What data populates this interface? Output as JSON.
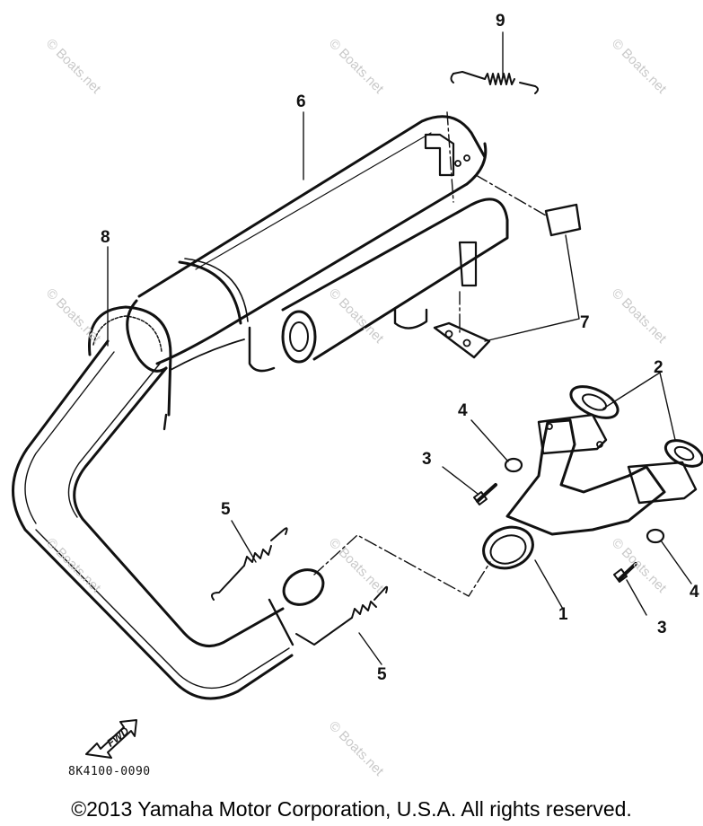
{
  "diagram": {
    "callouts": {
      "c1": "1",
      "c2": "2",
      "c3a": "3",
      "c3b": "3",
      "c4a": "4",
      "c4b": "4",
      "c5a": "5",
      "c5b": "5",
      "c6": "6",
      "c7": "7",
      "c8": "8",
      "c9": "9"
    },
    "fwd_label": "FWD",
    "part_code": "8K4100-0090",
    "watermark": "© Boats.net",
    "copyright": "©2013 Yamaha Motor Corporation, U.S.A. All rights reserved."
  }
}
